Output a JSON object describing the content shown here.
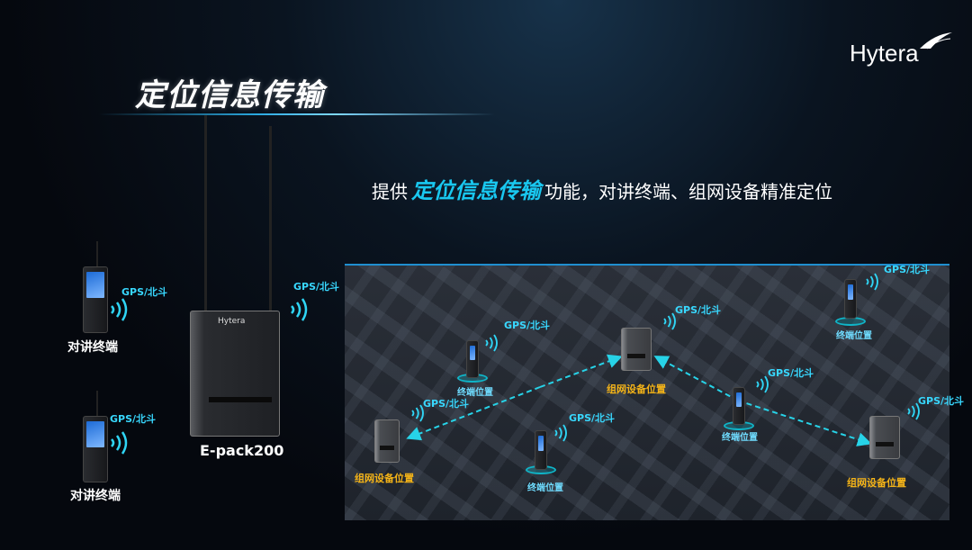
{
  "slide": {
    "title": "定位信息传输",
    "logo": "Hytera",
    "subtitle": {
      "prefix": "提供",
      "highlight": "定位信息传输",
      "suffix": "功能，对讲终端、组网设备精准定位"
    },
    "left": {
      "terminal_label": "对讲终端",
      "gps_label": "GPS/北斗",
      "device_name": "E-pack200",
      "device_brand": "Hytera"
    },
    "map": {
      "gps_label": "GPS/北斗",
      "terminal_label": "终端位置",
      "device_label": "组网设备位置"
    },
    "colors": {
      "accent": "#19c8f0",
      "device_label": "#f3b318",
      "background": "#05080e"
    }
  }
}
